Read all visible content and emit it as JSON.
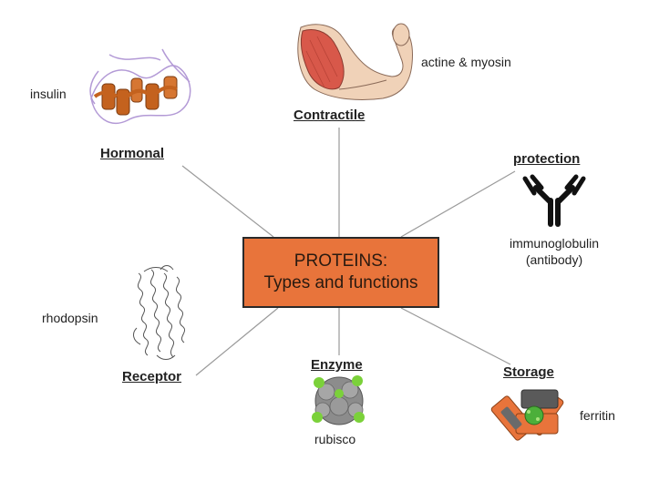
{
  "center": {
    "line1": "PROTEINS:",
    "line2": "Types and functions"
  },
  "colors": {
    "box_fill": "#e8743b",
    "box_border": "#2a2a2a",
    "hormone_ribbon": "#c4621e",
    "hormone_coil": "#b39ad6",
    "enzyme_green": "#7bd13a",
    "storage_orange": "#e8743b"
  },
  "categories": {
    "contractile": {
      "label": "Contractile",
      "example": "actine & myosin",
      "icon": "flexed-arm-muscle"
    },
    "hormonal": {
      "label": "Hormonal",
      "example": "insulin",
      "icon": "insulin-ribbon-structure"
    },
    "protection": {
      "label": "protection",
      "example_line1": "immunoglobulin",
      "example_line2": "(antibody)",
      "icon": "antibody-y-shape"
    },
    "receptor": {
      "label": "Receptor",
      "example": "rhodopsin",
      "icon": "rhodopsin-helix-bundle"
    },
    "enzyme": {
      "label": "Enzyme",
      "example": "rubisco",
      "icon": "rubisco-complex"
    },
    "storage": {
      "label": "Storage",
      "example": "ferritin",
      "icon": "ferritin-cage"
    }
  }
}
